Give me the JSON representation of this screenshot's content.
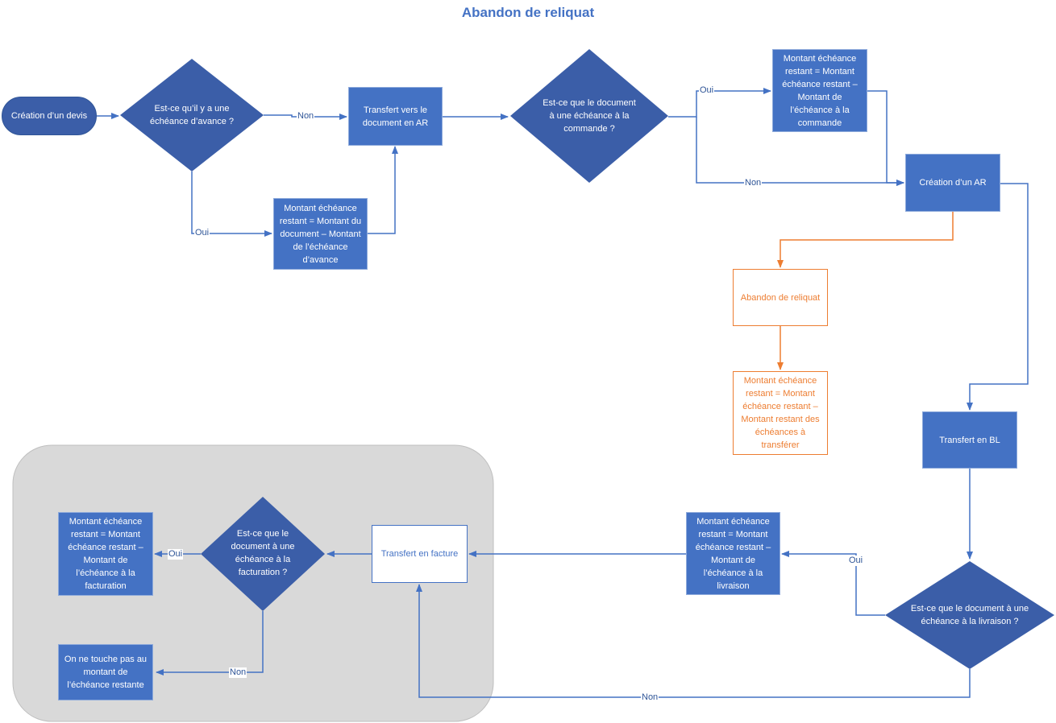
{
  "title": "Abandon de reliquat",
  "nodes": {
    "start": "Création d’un devis",
    "q_avance": "Est-ce qu’il y a une échéance d’avance ?",
    "transfert_ar": "Transfert vers le document en AR",
    "montant_avance": "Montant échéance restant = Montant du document – Montant de l’échéance d’avance",
    "q_commande": "Est-ce que le document à une échéance à la commande ?",
    "montant_commande": "Montant échéance restant = Montant échéance restant – Montant de l’échéance à la commande",
    "creation_ar": "Création d’un AR",
    "abandon": "Abandon de reliquat",
    "montant_abandon": "Montant échéance restant = Montant échéance restant  – Montant restant des échéances à transférer",
    "transfert_bl": "Transfert en BL",
    "q_livraison": "Est-ce que le document à une échéance à la livraison ?",
    "montant_livraison": "Montant échéance restant = Montant échéance restant  – Montant de l’échéance à la livraison",
    "transfert_facture": "Transfert en facture",
    "q_facturation": "Est-ce que le document à une échéance à la facturation ?",
    "montant_facturation": "Montant échéance restant = Montant échéance restant  – Montant de l’échéance à la facturation",
    "no_touch": "On ne touche pas au montant de l’échéance restante"
  },
  "edge_labels": {
    "non_1": "Non",
    "oui_1": "Oui",
    "oui_2": "Oui",
    "non_2": "Non",
    "oui_3": "Oui",
    "non_3": "Non",
    "oui_4": "Oui",
    "non_4": "Non"
  },
  "colors": {
    "primary": "#4472c4",
    "dark": "#3b5ea8",
    "orange": "#ed7d31",
    "group_bg": "#d9d9d9"
  }
}
